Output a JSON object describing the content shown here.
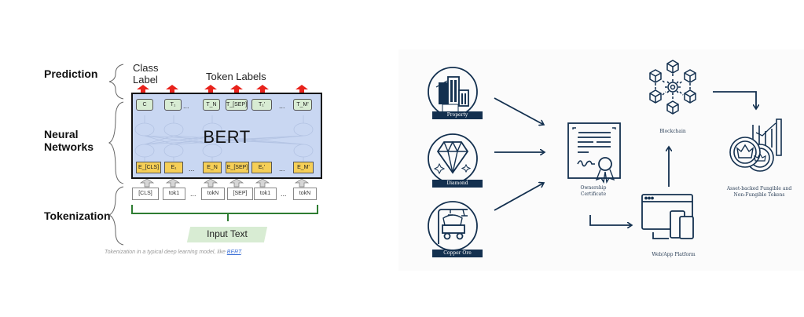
{
  "left_figure": {
    "stages": {
      "prediction": "Prediction",
      "neural_networks_line1": "Neural",
      "neural_networks_line2": "Networks",
      "tokenization": "Tokenization"
    },
    "class_label_line1": "Class",
    "class_label_line2": "Label",
    "token_labels": "Token Labels",
    "model_name": "BERT",
    "output_tokens": [
      "C",
      "T₁",
      "T_N",
      "T_[SEP]",
      "T₁'",
      "T_M'"
    ],
    "embeddings": [
      "E_[CLS]",
      "E₁",
      "E_N",
      "E_[SEP]",
      "E₁'",
      "E_M'"
    ],
    "input_tokens": [
      "[CLS]",
      "tok1",
      "tokN",
      "[SEP]",
      "tok1",
      "tokN"
    ],
    "ellipsis": "...",
    "input_text": "Input Text",
    "caption_prefix": "Tokenization in a typical deep learning model, like ",
    "caption_link": "BERT",
    "caption_suffix": ".",
    "colors": {
      "bert_bg": "#c9d7f2",
      "output_box": "#d8ecd3",
      "embedding_box": "#f6cf57",
      "red_arrow": "#e8221b",
      "bracket_green": "#2e7d32"
    }
  },
  "right_figure": {
    "assets": [
      {
        "label": "Property",
        "icon": "buildings-icon"
      },
      {
        "label": "Diamond",
        "icon": "diamond-icon"
      },
      {
        "label": "Copper Ore",
        "icon": "mine-cart-icon"
      }
    ],
    "certificate_label_line1": "Ownership",
    "certificate_label_line2": "Certificate",
    "blockchain_label": "Blockchain",
    "platform_label": "Web/App Platform",
    "tokens_label_line1": "Asset-backed Fungible and",
    "tokens_label_line2": "Non-Fungible Tokens",
    "colors": {
      "navy": "#13304f",
      "panel_bg": "#fbfbfb"
    }
  }
}
